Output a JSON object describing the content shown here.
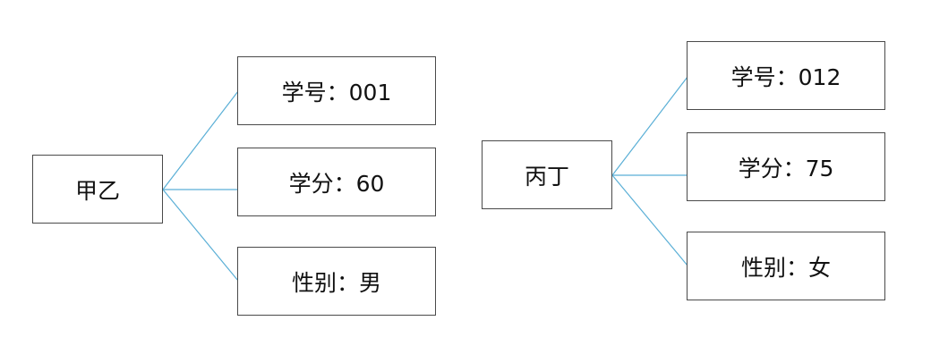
{
  "colors": {
    "connector": "#5aafd6",
    "box_border": "#4a4a4a",
    "text": "#111111"
  },
  "trees": [
    {
      "root": "甲乙",
      "children": [
        "学号：001",
        "学分：60",
        "性别：男"
      ]
    },
    {
      "root": "丙丁",
      "children": [
        "学号：012",
        "学分：75",
        "性别：女"
      ]
    }
  ]
}
